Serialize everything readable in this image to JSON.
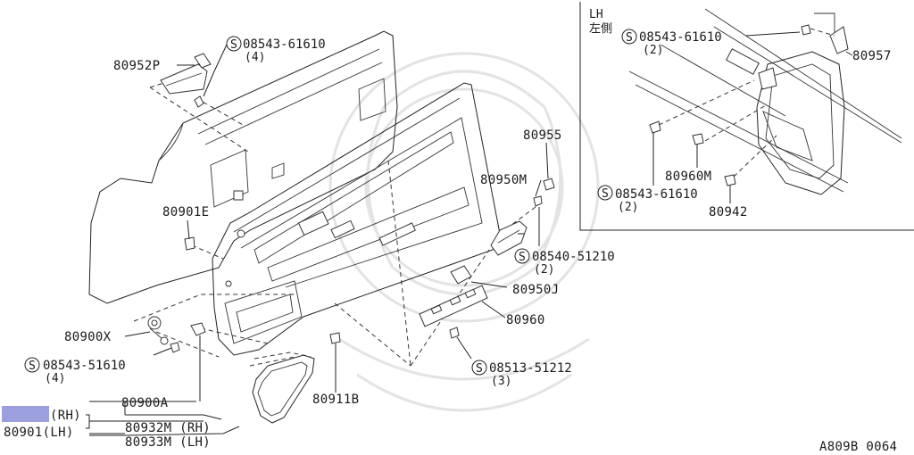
{
  "labels": {
    "p80952P": "80952P",
    "s08543_61610_a": "08543-61610",
    "q4_a": "(4)",
    "p80901E": "80901E",
    "p80955": "80955",
    "p80950M": "80950M",
    "s08540_51210": "08540-51210",
    "q2_a": "(2)",
    "p80950J": "80950J",
    "p80960": "80960",
    "s08513_51212": "08513-51212",
    "q3": "(3)",
    "p80900X": "80900X",
    "s08543_51610": "08543-51610",
    "q4_b": "(4)",
    "p80900A": "80900A",
    "p80911B": "80911B",
    "rh_a": "(RH)",
    "p80901_lh": "80901(LH)",
    "p80932M_rh": "80932M (RH)",
    "p80933M_lh": "80933M (LH)",
    "inset_lh": "LH",
    "inset_kanji": "左側",
    "s08543_61610_b": "08543-61610",
    "q2_b": "(2)",
    "p80957": "80957",
    "p80960M": "80960M",
    "s08543_61610_c": "08543-61610",
    "q2_c": "(2)",
    "p80942": "80942",
    "screw_symbol": "S",
    "diagram_code": "A809B 0064"
  },
  "colors": {
    "highlight_box": "#9b9fdd",
    "line": "#222222"
  }
}
